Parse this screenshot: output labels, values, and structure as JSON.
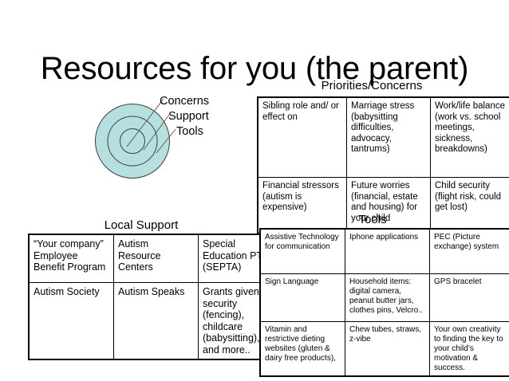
{
  "slide": {
    "title": "Resources for you (the parent)"
  },
  "diagram": {
    "name": "concentric-circles",
    "fill_color": "#b6dfe0",
    "stroke_color": "#3d3d3d",
    "labels": [
      {
        "id": "concerns",
        "text": "Concerns"
      },
      {
        "id": "support",
        "text": "Support"
      },
      {
        "id": "tools",
        "text": "Tools"
      }
    ]
  },
  "priorities": {
    "heading": "Priorities/Concerns",
    "rows": [
      [
        "Sibling role and/ or effect on",
        "Marriage stress (babysitting difficulties, advocacy, tantrums)",
        "Work/life balance (work vs. school meetings, sickness, breakdowns)"
      ],
      [
        "Financial stressors (autism is expensive)",
        "Future worries (financial, estate and housing) for your child",
        "Child security (flight risk, could get lost)"
      ]
    ]
  },
  "local_support": {
    "heading": "Local Support",
    "rows": [
      [
        "“Your company” Employee Benefit Program",
        "Autism Resource Centers",
        "Special Education PTA (SEPTA)"
      ],
      [
        "Autism Society",
        "Autism Speaks",
        "Grants given for security (fencing), childcare (babysitting), and more.."
      ]
    ]
  },
  "tools": {
    "heading": "Tools",
    "rows": [
      [
        "Assistive Technology for communication",
        "Iphone applications",
        "PEC (Picture exchange) system"
      ],
      [
        "Sign Language",
        "Household items: digital camera, peanut butter jars, clothes pins, Velcro..",
        "GPS bracelet"
      ],
      [
        "Vitamin and restrictive dieting websites (gluten & dairy free products),",
        "Chew tubes, straws, z-vibe",
        "Your own creativity to finding the key to your child’s motivation & success."
      ]
    ]
  }
}
